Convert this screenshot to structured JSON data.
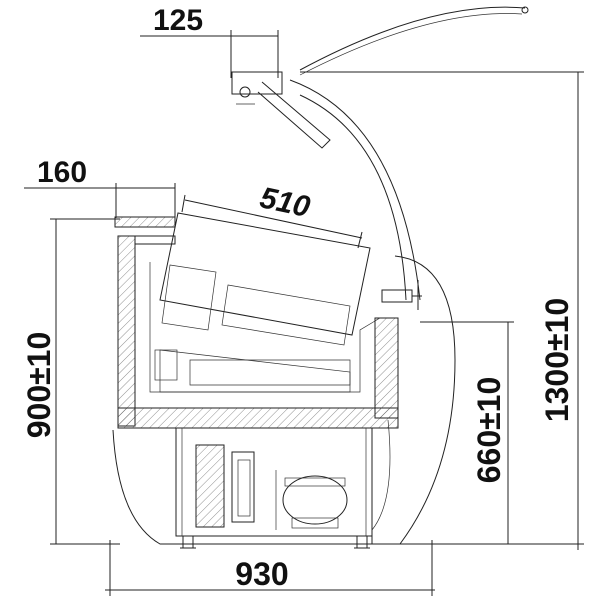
{
  "dimensions": {
    "glass_offset": "125",
    "top_shelf_width": "160",
    "pan_length": "510",
    "total_height": "1300±10",
    "counter_height": "900±10",
    "machine_height": "660±10",
    "total_width": "930"
  }
}
